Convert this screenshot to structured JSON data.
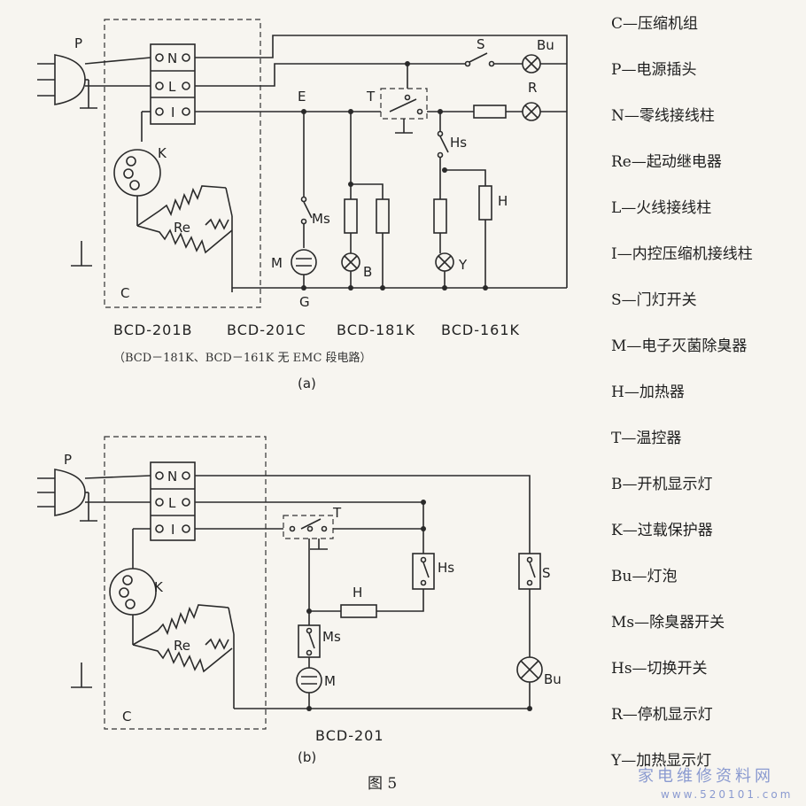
{
  "circuit_a": {
    "terminals": [
      "N",
      "L",
      "I"
    ],
    "labels": {
      "plug": "P",
      "overload": "K",
      "relay": "Re",
      "compressor": "C",
      "ground_e": "E",
      "ground_g": "G",
      "thermostat": "T",
      "door_switch": "S",
      "bulb": "Bu",
      "stop_lamp": "R",
      "switch_hs": "Hs",
      "deodorizer_switch": "Ms",
      "deodorizer": "M",
      "run_lamp": "B",
      "heat_lamp": "Y",
      "heater": "H"
    },
    "models": [
      "BCD-201B",
      "BCD-201C",
      "BCD-181K",
      "BCD-161K"
    ],
    "note": "（BCD－181K、BCD－161K 无 EMC 段电路）",
    "sub_caption": "(a)"
  },
  "circuit_b": {
    "terminals": [
      "N",
      "L",
      "I"
    ],
    "labels": {
      "plug": "P",
      "overload": "K",
      "relay": "Re",
      "compressor": "C",
      "thermostat": "T",
      "switch_hs": "Hs",
      "door_switch": "S",
      "heater": "H",
      "deodorizer_switch": "Ms",
      "deodorizer": "M",
      "bulb": "Bu"
    },
    "model": "BCD-201",
    "sub_caption": "(b)"
  },
  "legend": [
    "C—压缩机组",
    "P—电源插头",
    "N—零线接线柱",
    "Re—起动继电器",
    "L—火线接线柱",
    "I—内控压缩机接线柱",
    "S—门灯开关",
    "M—电子灭菌除臭器",
    "H—加热器",
    "T—温控器",
    "B—开机显示灯",
    "K—过载保护器",
    "Bu—灯泡",
    "Ms—除臭器开关",
    "Hs—切换开关",
    "R—停机显示灯",
    "Y—加热显示灯"
  ],
  "figure_caption": "图 5",
  "watermark": "家电维修资料网",
  "watermark_url": "www.520101.com"
}
